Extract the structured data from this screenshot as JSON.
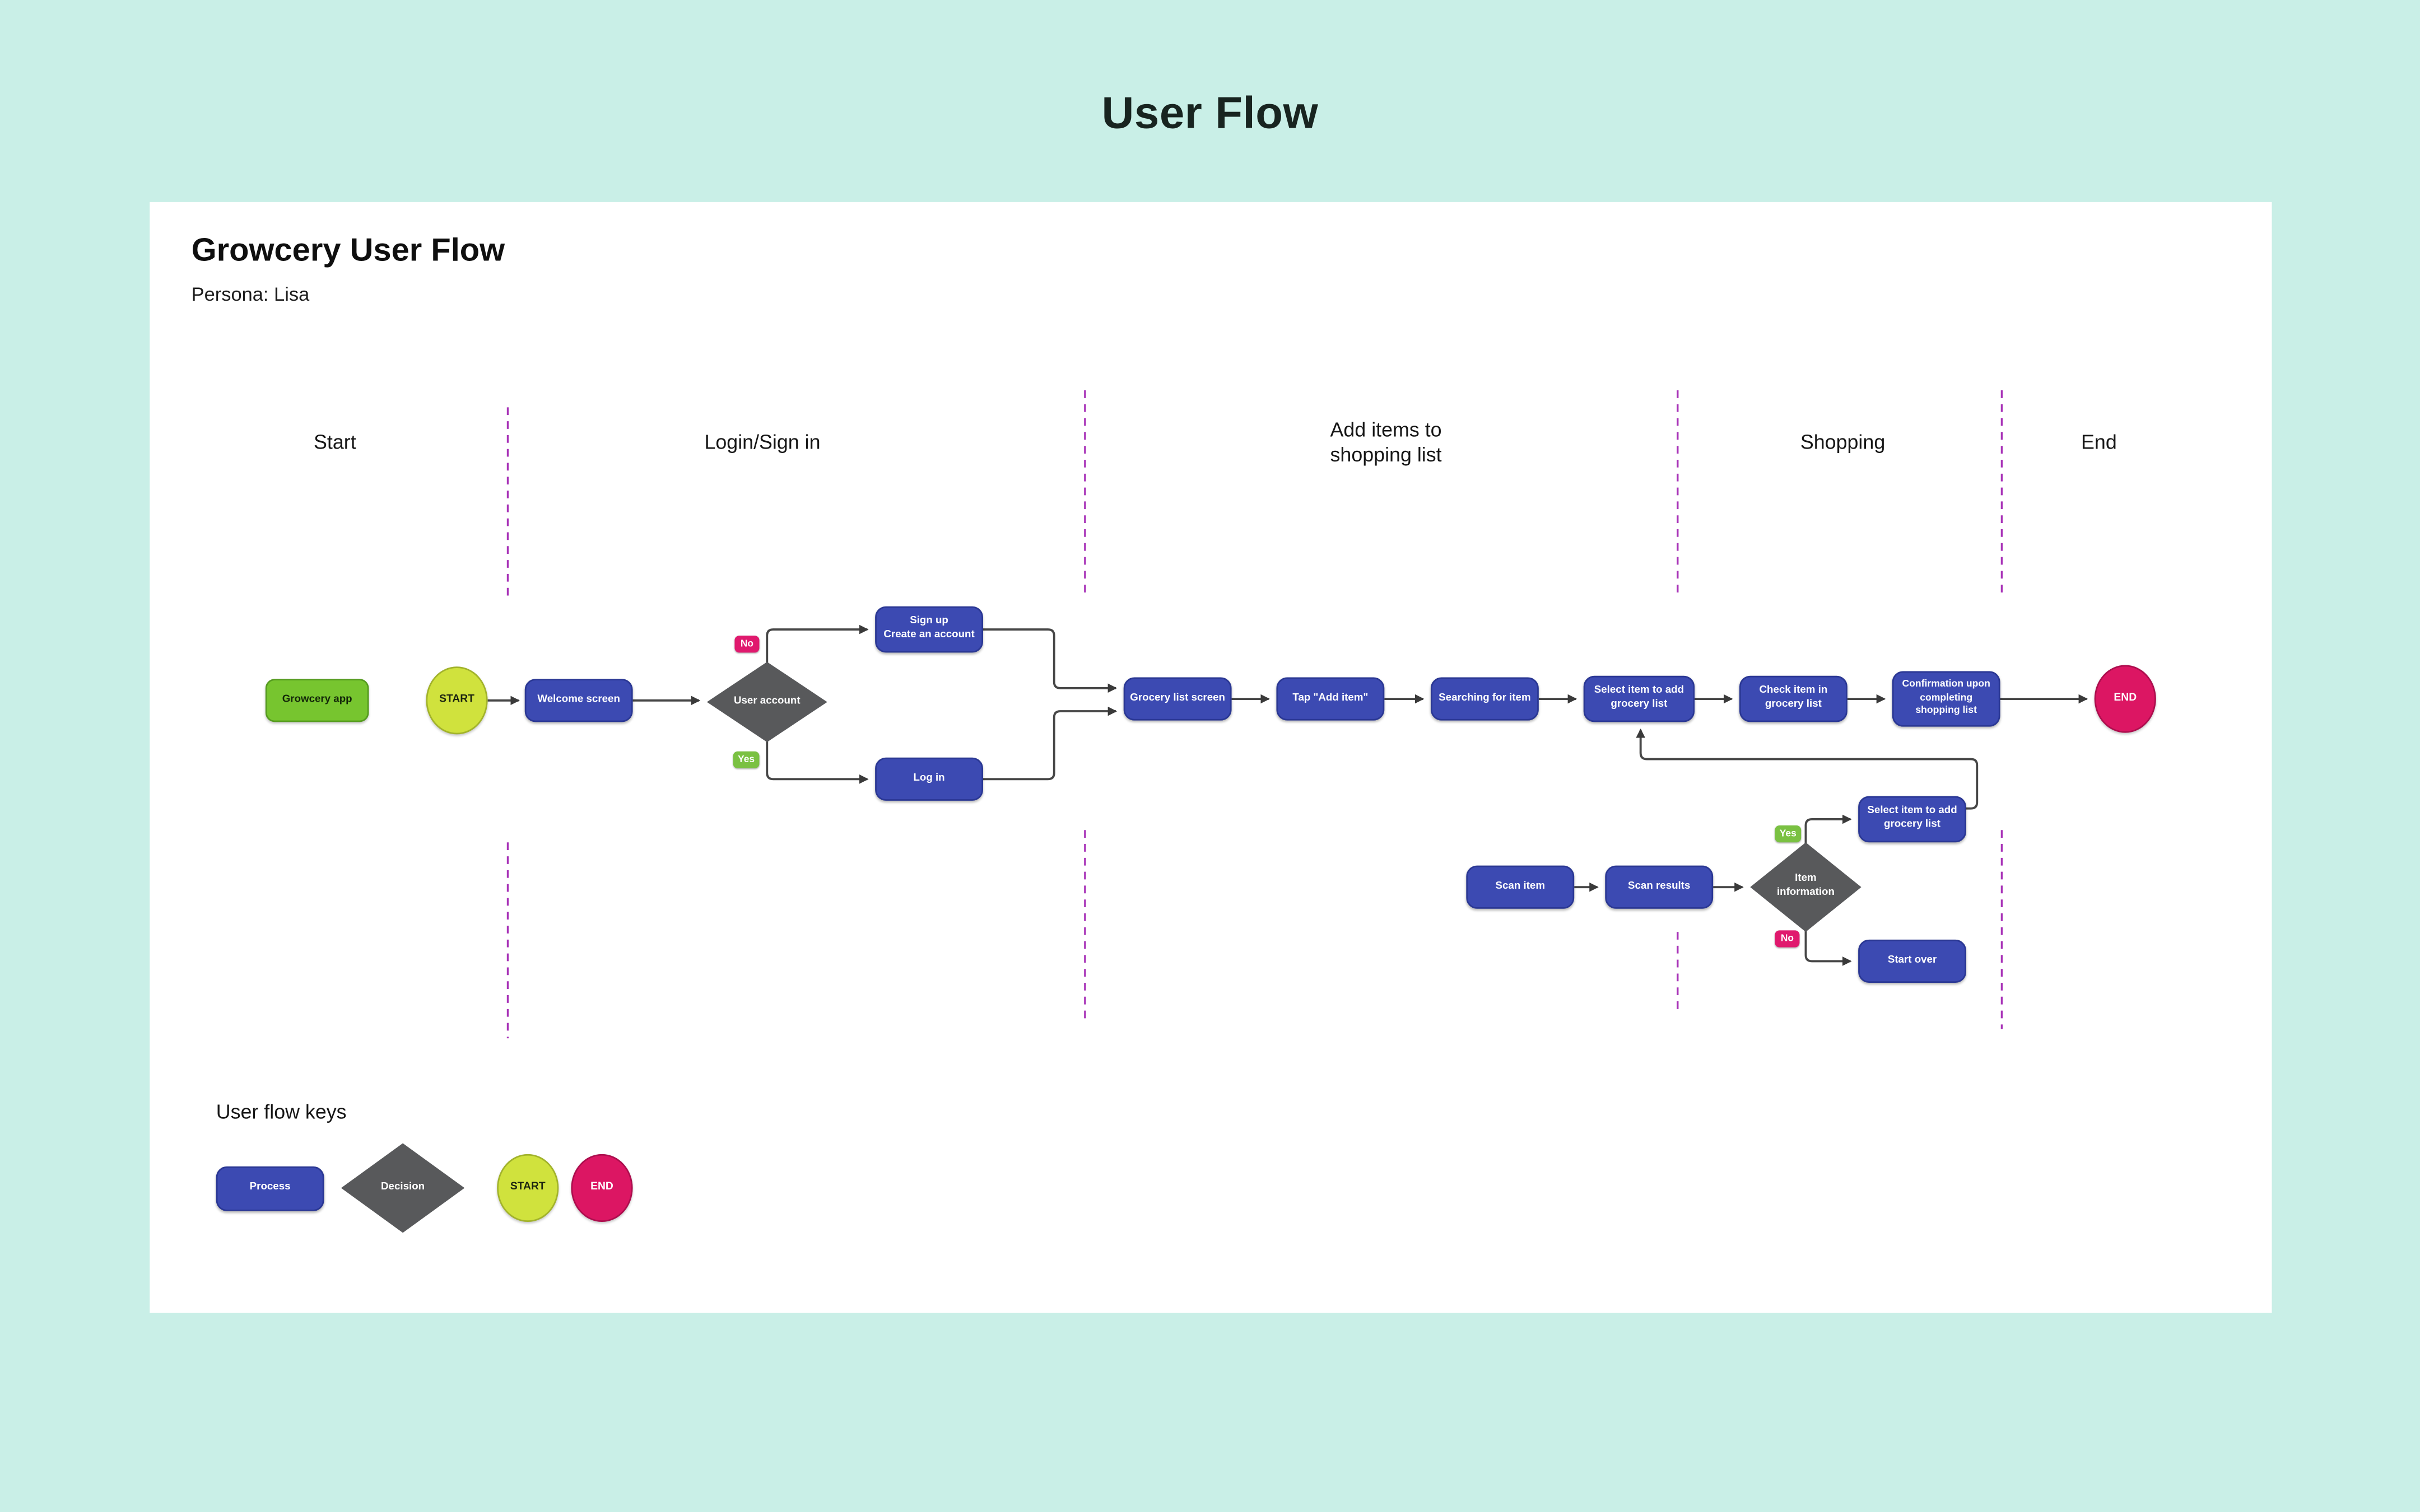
{
  "page_title": "User Flow",
  "board": {
    "title": "Growcery User Flow",
    "subtitle": "Persona: Lisa"
  },
  "lanes": [
    {
      "label": "Start"
    },
    {
      "label": "Login/Sign in"
    },
    {
      "label": "Add items to\nshopping list"
    },
    {
      "label": "Shopping"
    },
    {
      "label": "End"
    }
  ],
  "nodes": {
    "growcery_app": {
      "label": "Growcery app",
      "type": "app"
    },
    "start": {
      "label": "START",
      "type": "start"
    },
    "welcome": {
      "label": "Welcome screen",
      "type": "process"
    },
    "user_account": {
      "label": "User account",
      "type": "decision"
    },
    "sign_up": {
      "label": "Sign up\nCreate an account",
      "type": "process"
    },
    "log_in": {
      "label": "Log in",
      "type": "process"
    },
    "grocery_list": {
      "label": "Grocery list screen",
      "type": "process"
    },
    "tap_add_item": {
      "label": "Tap \"Add item\"",
      "type": "process"
    },
    "searching": {
      "label": "Searching for item",
      "type": "process"
    },
    "select_item": {
      "label": "Select item to add\ngrocery list",
      "type": "process"
    },
    "check_item": {
      "label": "Check item in\ngrocery list",
      "type": "process"
    },
    "confirmation": {
      "label": "Confirmation upon\ncompleting\nshopping list",
      "type": "process"
    },
    "end": {
      "label": "END",
      "type": "end"
    },
    "scan_item": {
      "label": "Scan item",
      "type": "process"
    },
    "scan_results": {
      "label": "Scan results",
      "type": "process"
    },
    "item_information": {
      "label": "Item\ninformation",
      "type": "decision"
    },
    "select_item_2": {
      "label": "Select item to add\ngrocery list",
      "type": "process"
    },
    "start_over": {
      "label": "Start over",
      "type": "process"
    }
  },
  "badges": {
    "no_sign_up": "No",
    "yes_log_in": "Yes",
    "yes_item_info": "Yes",
    "no_item_info": "No"
  },
  "legend": {
    "title": "User flow keys",
    "process": "Process",
    "decision": "Decision",
    "start": "START",
    "end": "END"
  },
  "colors": {
    "mint": "#c9efe7",
    "ink": "#182420",
    "text": "#161616",
    "blue": "#3c4ab2",
    "blue_border": "#2a3794",
    "green": "#77c52f",
    "green_border": "#559b1f",
    "green_text": "#132709",
    "gray": "#58595b",
    "yellow": "#d0e23d",
    "yellow_border": "#a2b32b",
    "yellow_text": "#1c2410",
    "pink": "#dc1663",
    "pink_border": "#ad0e4e",
    "badge_pink": "#e0196e",
    "badge_green": "#7ac142",
    "line": "#474747",
    "dash": "#a833b8"
  }
}
